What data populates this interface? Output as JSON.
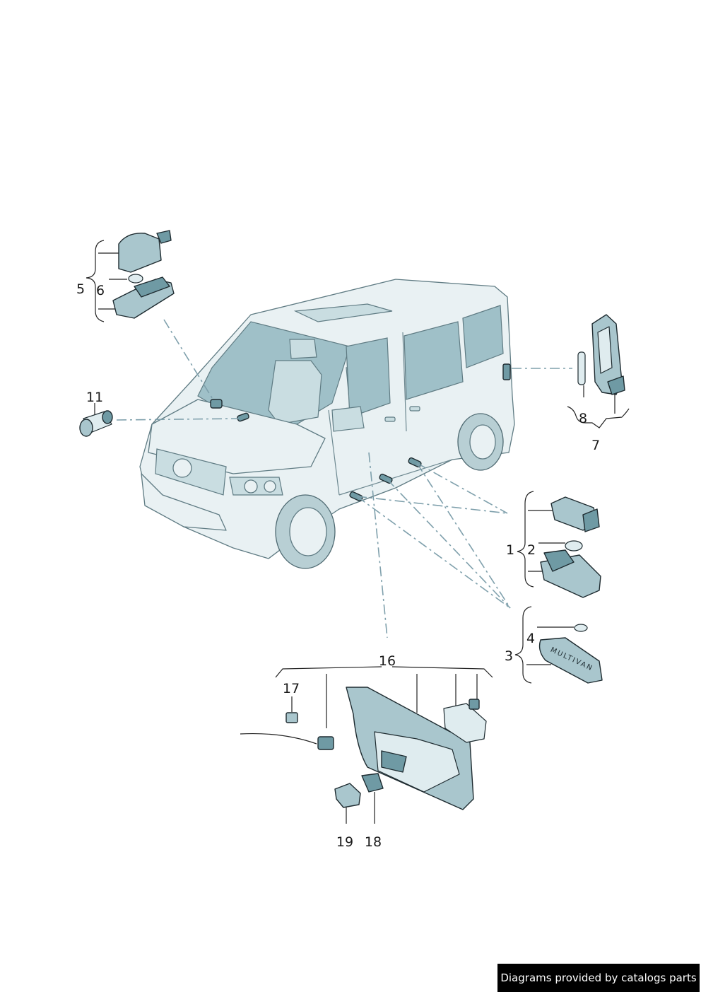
{
  "callouts": {
    "c1": "1",
    "c2": "2",
    "c3": "3",
    "c4": "4",
    "c5": "5",
    "c6": "6",
    "c7": "7",
    "c8": "8",
    "c11": "11",
    "c16": "16",
    "c17": "17",
    "c18": "18",
    "c19": "19"
  },
  "badge_text": "MULTIVAN",
  "credit": "Diagrams provided by catalogs parts",
  "colors": {
    "part_fill": "#a9c6cd",
    "line": "#1e2b30",
    "leader_dash": "#7fa0ac"
  }
}
